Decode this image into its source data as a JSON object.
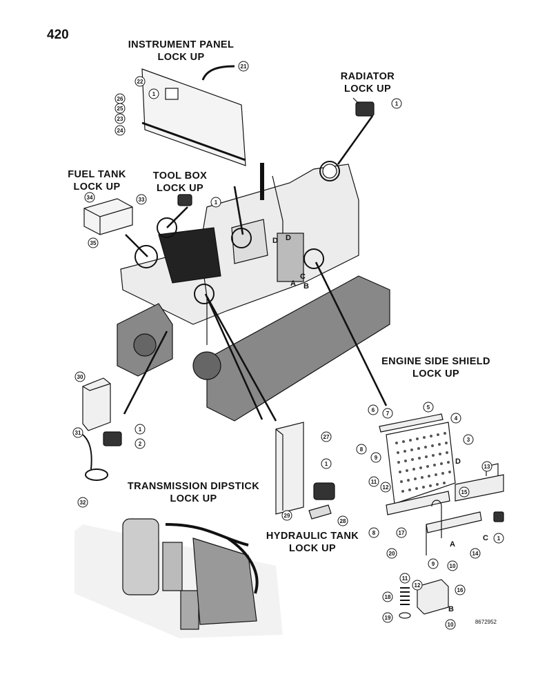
{
  "page_number": "420",
  "figure_code": "8672952",
  "titles": {
    "instrument_panel": [
      "INSTRUMENT PANEL",
      "LOCK UP"
    ],
    "radiator": [
      "RADIATOR",
      "LOCK UP"
    ],
    "fuel_tank": [
      "FUEL TANK",
      "LOCK UP"
    ],
    "tool_box": [
      "TOOL BOX",
      "LOCK UP"
    ],
    "engine_side_shield": [
      "ENGINE SIDE SHIELD",
      "LOCK UP"
    ],
    "transmission_dipstick": [
      "TRANSMISSION DIPSTICK",
      "LOCK UP"
    ],
    "hydraulic_tank": [
      "HYDRAULIC TANK",
      "LOCK UP"
    ]
  },
  "letters": {
    "a": "A",
    "b": "B",
    "c": "C",
    "d": "D"
  },
  "callouts": [
    "1",
    "2",
    "3",
    "4",
    "5",
    "6",
    "7",
    "8",
    "9",
    "10",
    "11",
    "12",
    "13",
    "14",
    "15",
    "16",
    "17",
    "18",
    "19",
    "20",
    "21",
    "22",
    "23",
    "24",
    "25",
    "26",
    "27",
    "28",
    "29",
    "30",
    "31",
    "32",
    "33",
    "34",
    "35"
  ]
}
